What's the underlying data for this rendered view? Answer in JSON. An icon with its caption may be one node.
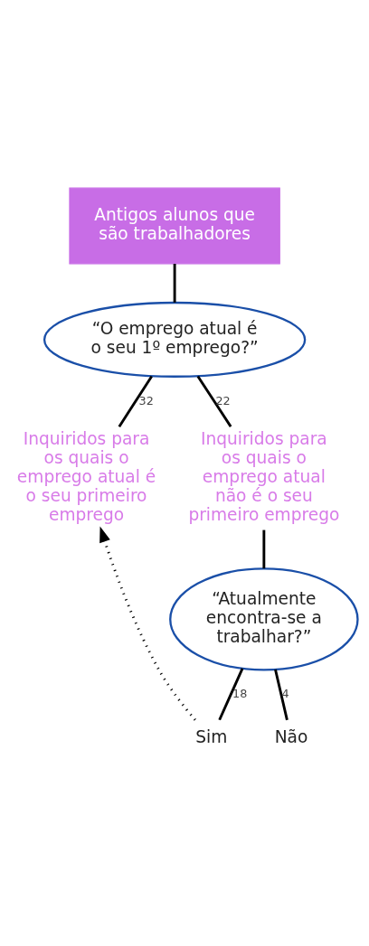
{
  "diagram": {
    "nodes": [
      {
        "text": [
          "Antigos alunos que são trabalhadores"
        ]
      },
      {
        "text": [
          "“O emprego atual é o seu 1º emprego?”"
        ]
      },
      {
        "text": [
          "Inquiridos para os quais o emprego atual é o seu primeiro emprego"
        ]
      },
      {
        "text": [
          "Inquiridos para os quais o emprego atual não é o seu primeiro emprego"
        ]
      },
      {
        "text": [
          "“Atualmente encontra-se a trabalhar?”"
        ]
      },
      {
        "text": [
          "Sim"
        ]
      },
      {
        "text": [
          "Não"
        ]
      }
    ],
    "edges": [
      {
        "from": 0,
        "to": 1,
        "arrow": "none"
      },
      {
        "from": 1,
        "to": 2,
        "arrow": "none",
        "label": "32"
      },
      {
        "from": 1,
        "to": 3,
        "arrow": "none",
        "label": "22"
      },
      {
        "from": 3,
        "to": 4,
        "arrow": "none"
      },
      {
        "from": 4,
        "to": 5,
        "arrow": "none",
        "label": "18"
      },
      {
        "from": 4,
        "to": 6,
        "arrow": "none",
        "label": "4"
      },
      {
        "from": 5,
        "to": 2,
        "arrow": "to",
        "style": "dashed"
      }
    ]
  }
}
